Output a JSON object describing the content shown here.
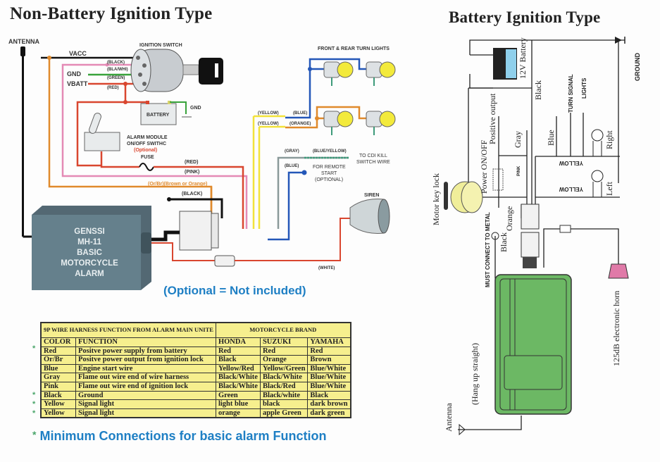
{
  "titles": {
    "left": "Non-Battery Ignition Type",
    "right": "Battery Ignition Type"
  },
  "left_diagram": {
    "labels": {
      "antenna": "ANTENNA",
      "vacc": "VACC",
      "gnd": "GND",
      "vbatt": "VBATT",
      "ignition_switch": "IGNITION SWITCH",
      "black": "(BLACK)",
      "bla_whi": "(BLA/WHI)",
      "green": "(GREEN)",
      "red": "(RED)",
      "battery": "BATTERY",
      "battery_gnd": "GND",
      "alarm_switch_1": "ALARM MODULE",
      "alarm_switch_2": "ON/OFF SWITHC",
      "optional": "(Optional)",
      "fuse": "FUSE",
      "wire_red": "(RED)",
      "wire_pink": "(PINK)",
      "wire_orbr": "(Or/Br)(Brown or Orange)",
      "wire_black": "(BLACK)",
      "turn_lights": "FRONT & REAR TURN LIGHTS",
      "yellow_1": "(YELLOW)",
      "yellow_2": "(YELLOW)",
      "blue_1": "(BLUE)",
      "orange": "(ORANGE)",
      "gray": "(GRAY)",
      "blue_yellow": "(BLUE/YELLOW)",
      "cdi_1": "TO CDI KILL",
      "cdi_2": "SWITCH WIRE",
      "blue_2": "(BLUE)",
      "remote_1": "FOR REMOTE",
      "remote_2": "START",
      "remote_3": "(OPTIONAL)",
      "siren": "SIREN",
      "white": "(WHITE)"
    },
    "alarm_box": [
      "GENSSI",
      "MH-11",
      "BASIC",
      "MOTORCYCLE",
      "ALARM"
    ],
    "optional_note": "(Optional = Not included)"
  },
  "harness_table": {
    "title": "9P WIRE HARNESS FUNCTION FROM ALARM MAIN UNITE",
    "brand_header": "MOTORCYCLE BRAND",
    "columns": [
      "COLOR",
      "FUNCTION",
      "HONDA",
      "SUZUKI",
      "YAMAHA"
    ],
    "rows": [
      {
        "color": "Red",
        "function": "Positve power supply from battery",
        "honda": "Red",
        "suzuki": "Red",
        "yamaha": "Red",
        "minimum": true
      },
      {
        "color": "Or/Br",
        "function": "Positve power output from ignition lock",
        "honda": "Black",
        "suzuki": "Orange",
        "yamaha": "Brown",
        "minimum": false
      },
      {
        "color": "Blue",
        "function": "Engine start wire",
        "honda": "Yellow/Red",
        "suzuki": "Yellow/Green",
        "yamaha": "Blue/White",
        "minimum": false
      },
      {
        "color": "Gray",
        "function": "Flame out wire end of wire harness",
        "honda": "Black/White",
        "suzuki": "Black/White",
        "yamaha": "Blue/White",
        "minimum": false
      },
      {
        "color": "Pink",
        "function": "Flame out wire end of ignition lock",
        "honda": "Black/White",
        "suzuki": "Black/Red",
        "yamaha": "Blue/White",
        "minimum": false
      },
      {
        "color": "Black",
        "function": "Ground",
        "honda": "Green",
        "suzuki": "Black/white",
        "yamaha": "Black",
        "minimum": true
      },
      {
        "color": "Yellow",
        "function": "Signal light",
        "honda": "light  blue",
        "suzuki": "black",
        "yamaha": "dark brown",
        "minimum": true
      },
      {
        "color": "Yellow",
        "function": "Signal light",
        "honda": "orange",
        "suzuki": "apple  Green",
        "yamaha": "dark green",
        "minimum": true
      }
    ],
    "star": "*",
    "footnote": "Minimum Connections for basic alarm Function"
  },
  "right_diagram": {
    "labels": {
      "battery": "12V Battery",
      "ground": "GROUND",
      "black": "Black",
      "turn_signal_1": "TURN SIGNAL",
      "turn_signal_2": "LIGHTS",
      "positive_output": "Positive output",
      "power_onoff": "Power ON/OFF",
      "gray": "Gray",
      "pink": "PINK",
      "blue": "Blue",
      "yellow_1": "YELLOW",
      "yellow_2": "YELLOW",
      "right": "Right",
      "left": "Left",
      "motor_key_lock": "Motor key lock",
      "orange": "Orange",
      "black_ground": "Black",
      "metal": "MUST CONNECT TO METAL",
      "hang": "(Hang up straight)",
      "antenna": "Antenna",
      "horn": "125dB electronic horn"
    }
  },
  "colors": {
    "wire_red": "#d9462f",
    "wire_pink": "#e48ab5",
    "wire_orange": "#e08a2c",
    "wire_yellow": "#f2e23a",
    "wire_blue": "#2457b8",
    "wire_gray": "#8a9a9a",
    "alarm_box": "#5f7480",
    "table_bg": "#f6ef8e",
    "note_blue": "#1e7fc4",
    "module_green": "#6cb864",
    "horn_pink": "#e07aa8",
    "battery_blue": "#8fd0ec"
  }
}
